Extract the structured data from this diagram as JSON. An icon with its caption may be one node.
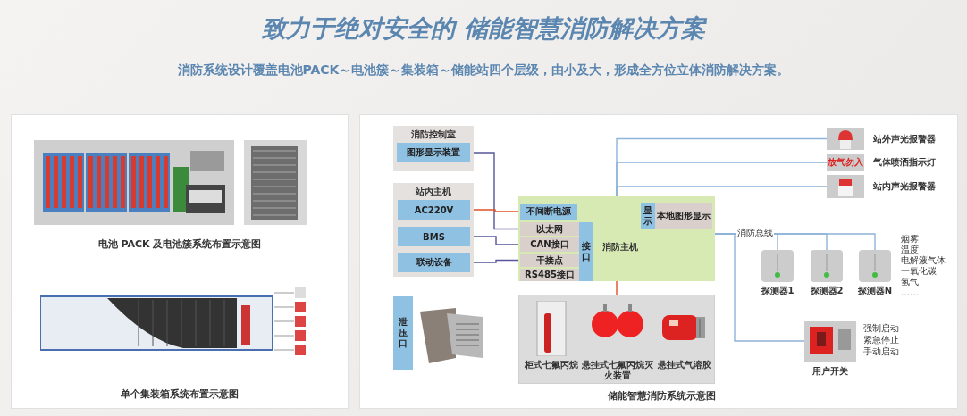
{
  "diagram": {
    "title": "致力于绝对安全的 **储能智慧消防解决方案**",
    "caption": "消防系统设计覆盖电池PACK～电池簇～集装箱～储能站四个层级，由小及大，形成全方位立体消防解决方案。",
    "nodes": [
      {
        "text": [
          "消防控制室"
        ]
      },
      {
        "text": [
          "图形显示装置"
        ],
        "in": 0
      },
      {
        "text": [
          "站内主机"
        ]
      },
      {
        "text": [
          "AC220V"
        ],
        "in": 2
      },
      {
        "text": [
          "BMS"
        ],
        "in": 2
      },
      {
        "text": [
          "联动设备"
        ],
        "in": 2
      },
      {
        "text": [
          "消防主机"
        ]
      },
      {
        "text": [
          "不间断电源"
        ],
        "in": 6
      },
      {
        "text": [
          "以太网"
        ],
        "in": 6
      },
      {
        "text": [
          "CAN接口"
        ],
        "in": 6
      },
      {
        "text": [
          "干接点"
        ],
        "in": 6
      },
      {
        "text": [
          "RS485接口"
        ],
        "in": 6
      },
      {
        "text": [
          "接口"
        ],
        "in": 6
      },
      {
        "text": [
          "显示"
        ],
        "in": 6
      },
      {
        "text": [
          "本地图形显示"
        ],
        "in": 6
      },
      {
        "text": [],
        "shape": "picture",
        "beside": [
          "站外声光报警器"
        ]
      },
      {
        "text": [
          "放气勿入"
        ],
        "beside": [
          "气体喷洒指示灯"
        ]
      },
      {
        "text": [],
        "shape": "picture",
        "beside": [
          "站内声光报警器"
        ]
      },
      {
        "text": [],
        "shape": "picture",
        "beside": [
          "探测器1"
        ]
      },
      {
        "text": [],
        "shape": "picture",
        "beside": [
          "探测器2"
        ]
      },
      {
        "text": [],
        "shape": "picture",
        "beside": [
          "探测器N"
        ]
      },
      {
        "text": [],
        "shape": "picture",
        "beside": [
          "用户开关",
          "强制启动",
          "紧急停止",
          "手动启动"
        ]
      },
      {
        "text": [
          "泄压口"
        ]
      },
      {
        "text": [],
        "shape": "box"
      },
      {
        "text": [],
        "shape": "picture",
        "beside": [
          "柜式七氟丙烷"
        ],
        "in": 23
      },
      {
        "text": [],
        "shape": "picture",
        "beside": [
          "悬挂式七氟丙烷灭火装置"
        ],
        "in": 23
      },
      {
        "text": [],
        "shape": "picture",
        "beside": [
          "悬挂式气溶胶"
        ],
        "in": 23
      }
    ],
    "edges": [
      {
        "from": 1,
        "to": 8,
        "arrow": "none",
        "color": "#55559a"
      },
      {
        "from": 3,
        "to": 7,
        "arrow": "none",
        "color": "#e0502a"
      },
      {
        "from": 4,
        "to": 9,
        "arrow": "none",
        "color": "#55559a"
      },
      {
        "from": 5,
        "to": 10,
        "arrow": "none",
        "color": "#55559a"
      },
      {
        "from": 6,
        "to": 15,
        "arrow": "none"
      },
      {
        "from": 6,
        "to": 16,
        "arrow": "none"
      },
      {
        "from": 6,
        "to": 17,
        "arrow": "none"
      },
      {
        "from": 6,
        "to": 18,
        "arrow": "none",
        "label": "消防总线"
      },
      {
        "from": 6,
        "to": 19,
        "arrow": "none"
      },
      {
        "from": 6,
        "to": 20,
        "arrow": "none"
      },
      {
        "from": 6,
        "to": 21,
        "arrow": "none"
      },
      {
        "from": 6,
        "to": 23,
        "arrow": "none",
        "color": "#e0502a"
      }
    ],
    "labels": [
      "电池 PACK 及电池簇系统布置示意图",
      "单个集装箱系统布置示意图",
      "烟雾",
      "温度",
      "电解液气体",
      "一氧化碳",
      "氢气",
      "……",
      "储能智慧消防系统示意图"
    ]
  }
}
